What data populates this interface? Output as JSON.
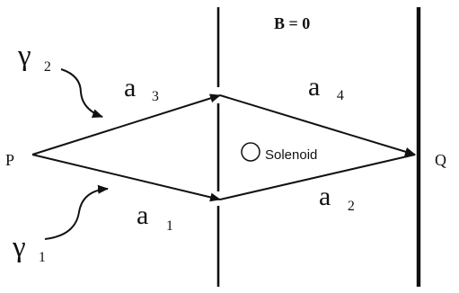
{
  "labels": {
    "field": "B = 0",
    "source": "P",
    "detector": "Q",
    "solenoid": "Solenoid",
    "a1": {
      "main": "a",
      "sub": "1"
    },
    "a2": {
      "main": "a",
      "sub": "2"
    },
    "a3": {
      "main": "a",
      "sub": "3"
    },
    "a4": {
      "main": "a",
      "sub": "4"
    },
    "gamma1": {
      "main": "γ",
      "sub": "1"
    },
    "gamma2": {
      "main": "γ",
      "sub": "2"
    }
  },
  "colors": {
    "ink": "#111111",
    "background": "#ffffff"
  },
  "icons": {
    "solenoid": "circle-icon"
  }
}
